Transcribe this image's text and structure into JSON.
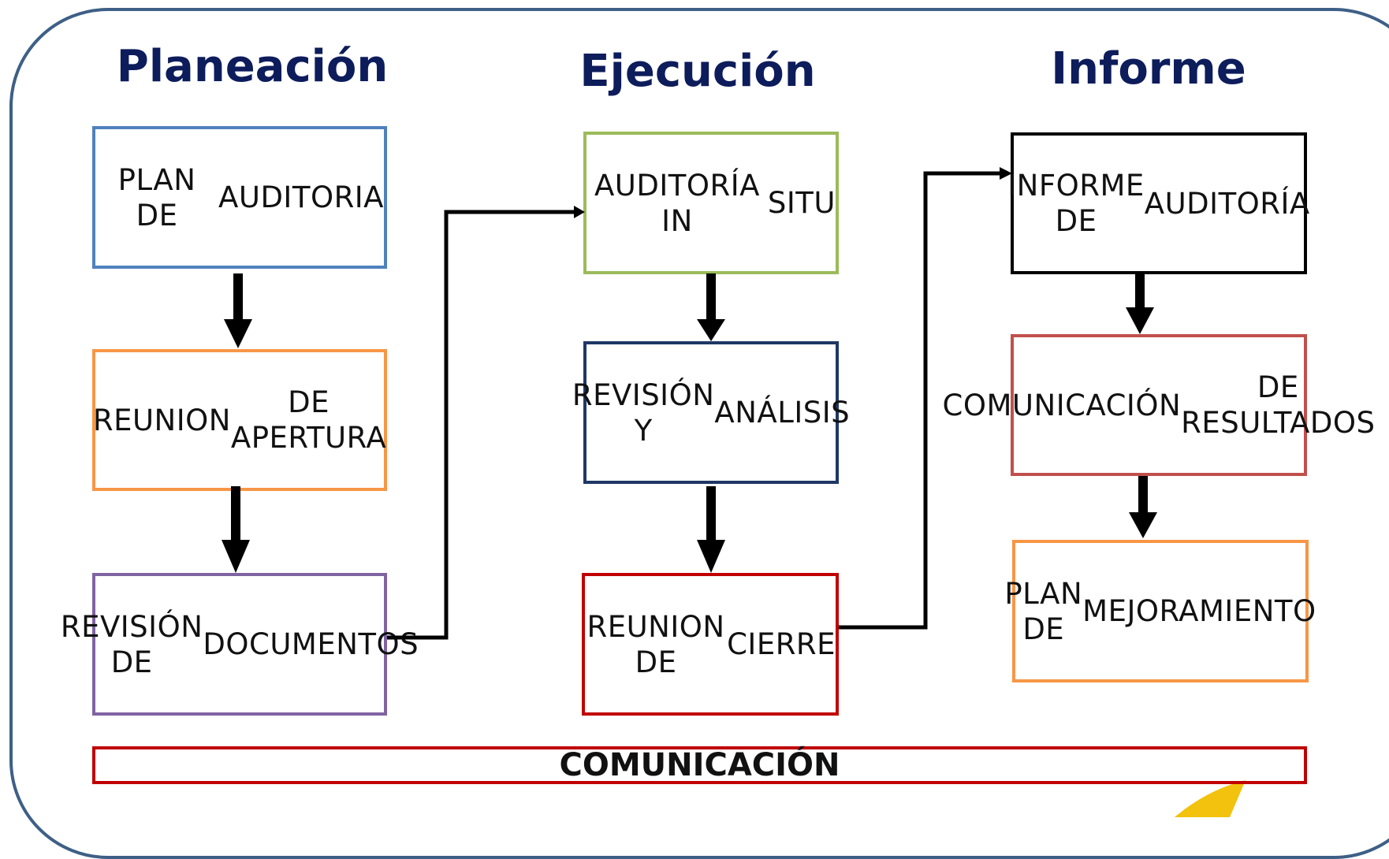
{
  "headings": {
    "planeacion": "Planeación",
    "ejecucion": "Ejecución",
    "informe": "Informe"
  },
  "boxes": {
    "plan_auditoria": [
      "PLAN DE",
      "AUDITORIA"
    ],
    "reunion_apertura": [
      "REUNION",
      "DE APERTURA"
    ],
    "revision_documentos": [
      "REVISIÓN DE",
      "DOCUMENTOS"
    ],
    "auditoria_in_situ": [
      "AUDITORÍA IN",
      "SITU"
    ],
    "revision_analisis": [
      "REVISIÓN Y",
      "ANÁLISIS"
    ],
    "reunion_cierre": [
      "REUNION DE",
      "CIERRE"
    ],
    "informe_auditoria": [
      "INFORME DE",
      "AUDITORÍA"
    ],
    "comunicacion_resultados": [
      "COMUNICACIÓN",
      "DE RESULTADOS"
    ],
    "plan_mejoramiento": [
      "PLAN DE",
      "MEJORAMIENTO"
    ]
  },
  "footer_bar": "COMUNICACIÓN",
  "colors": {
    "heading": "#0d1c5b",
    "frame": "#3e5f86",
    "plan_auditoria": "#4f81bd",
    "reunion_apertura": "#f79646",
    "revision_documentos": "#8064a2",
    "auditoria_in_situ": "#9bbb59",
    "revision_analisis": "#1f3864",
    "reunion_cierre": "#c00000",
    "informe_auditoria": "#000000",
    "comunicacion_resultados": "#c0504d",
    "plan_mejoramiento": "#f79646",
    "footer_bar": "#c00000"
  }
}
